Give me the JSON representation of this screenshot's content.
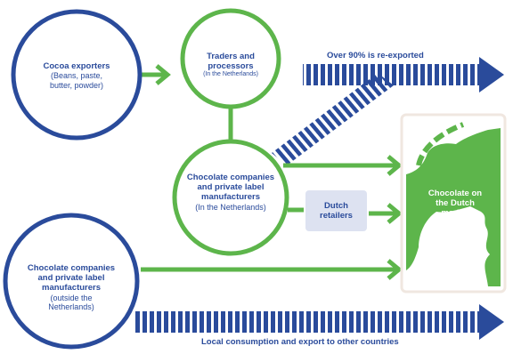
{
  "colors": {
    "blue": "#2a4b9b",
    "green": "#5db54b",
    "light_box": "#dde2f1",
    "map_frame": "#f3ece6"
  },
  "nodes": {
    "cocoa_exporters": {
      "title": "Cocoa exporters",
      "sub": "(Beans, paste,\nbutter, powder)"
    },
    "traders": {
      "title": "Traders and\nprocessors",
      "sub": "(In the Netherlands)"
    },
    "choc_nl": {
      "title": "Chocolate companies\nand private label\nmanufacturers",
      "sub": "(In the Netherlands)"
    },
    "choc_outside": {
      "title": "Chocolate companies\nand private label\nmanufacturers",
      "sub": "(outside the\nNetherlands)"
    },
    "dutch_retailers": {
      "title": "Dutch\nretailers"
    },
    "market": {
      "title": "Chocolate on\nthe Dutch\nmarket"
    }
  },
  "banners": {
    "reexport": "Over 90% is re-exported",
    "local": "Local consumption and export to other countries"
  }
}
